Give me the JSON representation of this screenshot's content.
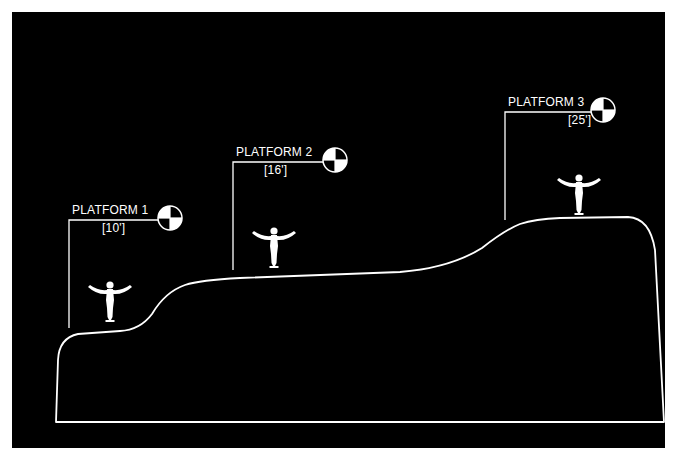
{
  "diagram": {
    "labels": [
      "PLATFORM 1",
      "[10']",
      "PLATFORM 2",
      "[16']",
      "PLATFORM 3",
      "[25']"
    ]
  }
}
